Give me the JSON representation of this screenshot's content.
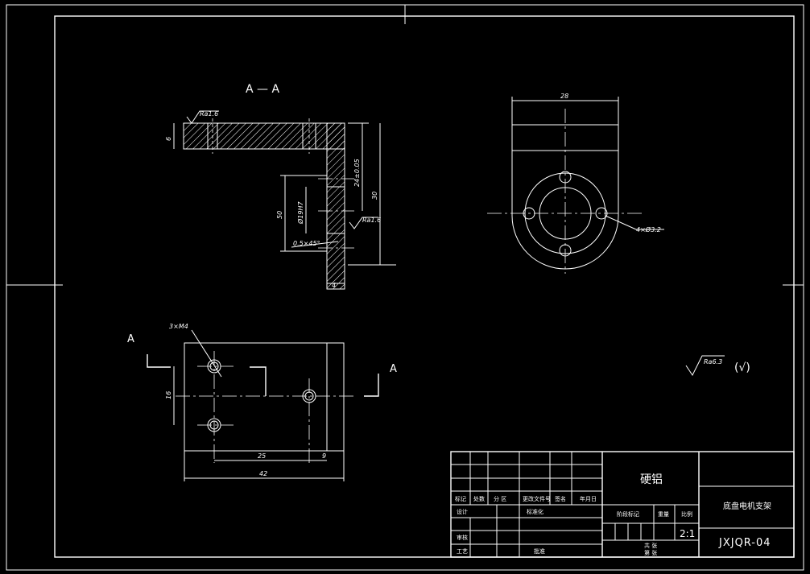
{
  "section_label": "A — A",
  "section_marks": {
    "left": "A",
    "right": "A"
  },
  "dims": {
    "front_thickness": "6",
    "front_offset": "24±0.05",
    "front_height": "50",
    "front_bore": "Ø19H7",
    "front_chamfer": "0.5×45°",
    "front_total": "30",
    "front_bottom": "4",
    "front_ra_top": "Ra1.6",
    "front_ra_right": "Ra1.6",
    "side_width": "28",
    "side_holes": "4×Ø3.2",
    "top_holes": "3×M4",
    "top_vertical": "16",
    "top_pitch": "25",
    "top_offset": "9",
    "top_total": "42"
  },
  "roughness": {
    "value": "Ra6.3",
    "suffix": "(√)"
  },
  "title_block": {
    "material": "硬铝",
    "part_name": "底盘电机支架",
    "drawing_no": "JXJQR-04",
    "scale": "2:1",
    "header_cols": [
      "标记",
      "处数",
      "分 区",
      "更改文件号",
      "签名",
      "年月日"
    ],
    "design": "设计",
    "standard": "标准化",
    "review": "审核",
    "process": "工艺",
    "approve": "批准",
    "stage_mark": "阶段标记",
    "weight": "重量",
    "scale_label": "比例",
    "sheet_a": "共 张",
    "sheet_b": "第 张"
  }
}
